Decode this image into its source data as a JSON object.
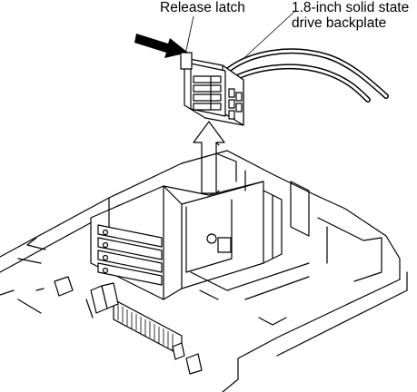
{
  "callouts": {
    "release_latch": "Release latch",
    "backplate_line1": "1.8-inch solid state",
    "backplate_line2": "drive backplate"
  }
}
